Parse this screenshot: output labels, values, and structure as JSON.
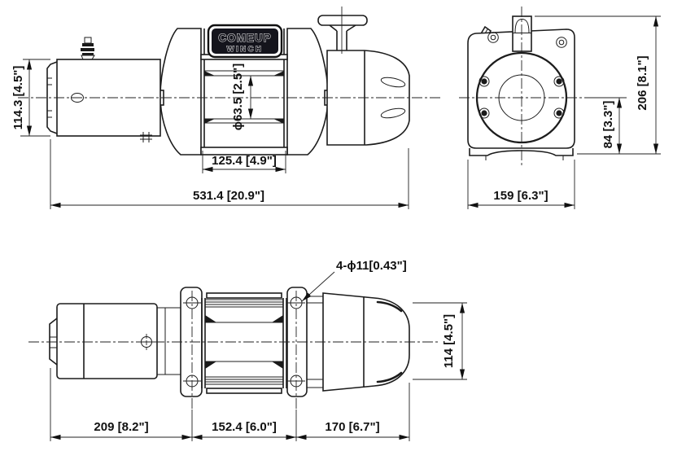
{
  "badge": {
    "line1": "COMEUP",
    "line2": "WINCH"
  },
  "front_view": {
    "height": "114.3 [4.5\"]",
    "drum_diameter": "ϕ63.5 [2.5\"]",
    "drum_length": "125.4 [4.9\"]",
    "overall_length": "531.4 [20.9\"]"
  },
  "end_view": {
    "overall_height": "206 [8.1\"]",
    "base_to_center": "84 [3.3\"]",
    "width": "159 [6.3\"]"
  },
  "top_view": {
    "mount_hole_callout": "4-ϕ11[0.43\"]",
    "frame_height": "114 [4.5\"]",
    "motor_length": "209 [8.2\"]",
    "mount_length": "152.4 [6.0\"]",
    "gear_length": "170 [6.7\"]"
  },
  "colors": {
    "line": "#1c1c1c",
    "text": "#111111",
    "badge_background": "#14141c",
    "badge_letters": "#f2f2f2",
    "background": "#ffffff"
  }
}
